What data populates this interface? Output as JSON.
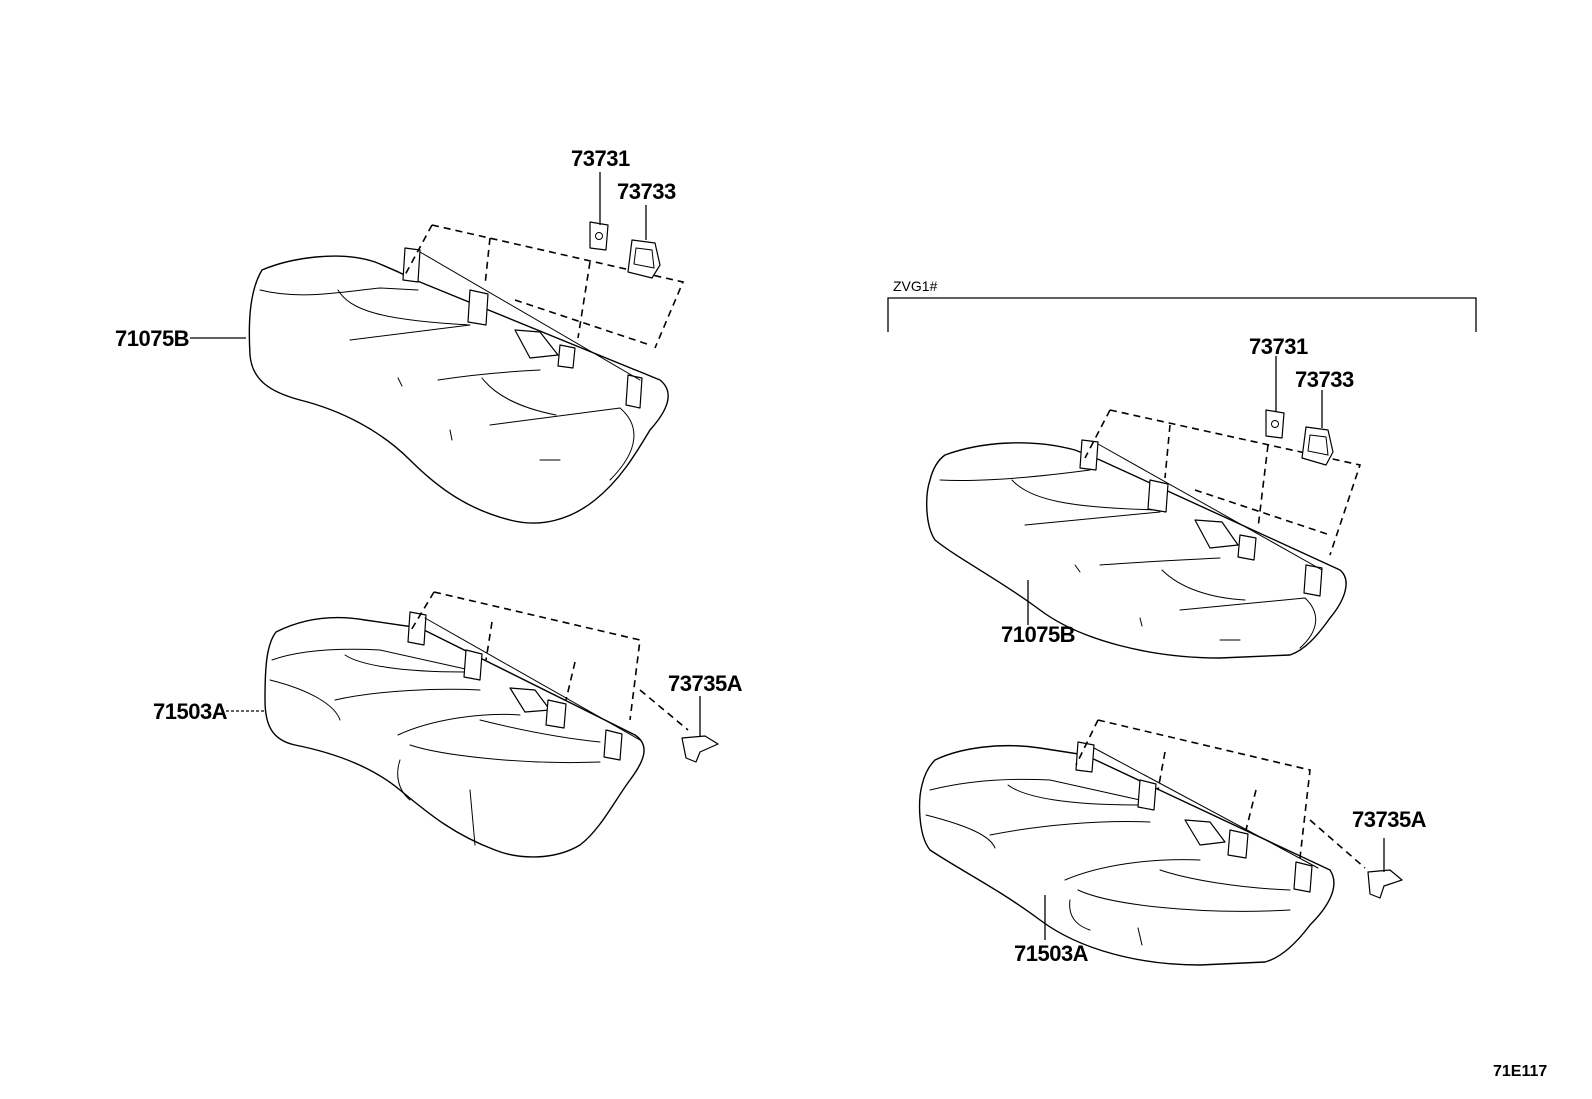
{
  "diagram": {
    "reference_code": "71E117",
    "group_label": "ZVG1#",
    "left_group": {
      "cushion_label": "71075B",
      "cover_label": "71503A",
      "clip_a_label": "73731",
      "clip_b_label": "73733",
      "hook_label": "73735A"
    },
    "right_group": {
      "cushion_label": "71075B",
      "cover_label": "71503A",
      "clip_a_label": "73731",
      "clip_b_label": "73733",
      "hook_label": "73735A"
    }
  }
}
